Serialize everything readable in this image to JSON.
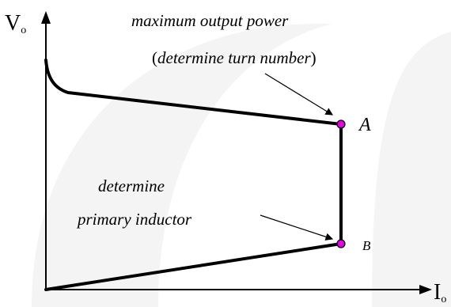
{
  "axes": {
    "y_label": "V",
    "y_label_sub": "o",
    "x_label": "I",
    "x_label_sub": "o"
  },
  "annotations": {
    "top_line1": "maximum output power",
    "top_line2_open": "(",
    "top_line2_text": "determine turn number",
    "top_line2_close": ")",
    "bottom_line1": "determine",
    "bottom_line2": "primary inductor"
  },
  "points": {
    "a_label": "A",
    "b_label": "B"
  },
  "colors": {
    "curve": "#000000",
    "point_fill": "#e000e0",
    "watermark": "#f1f1f1"
  }
}
